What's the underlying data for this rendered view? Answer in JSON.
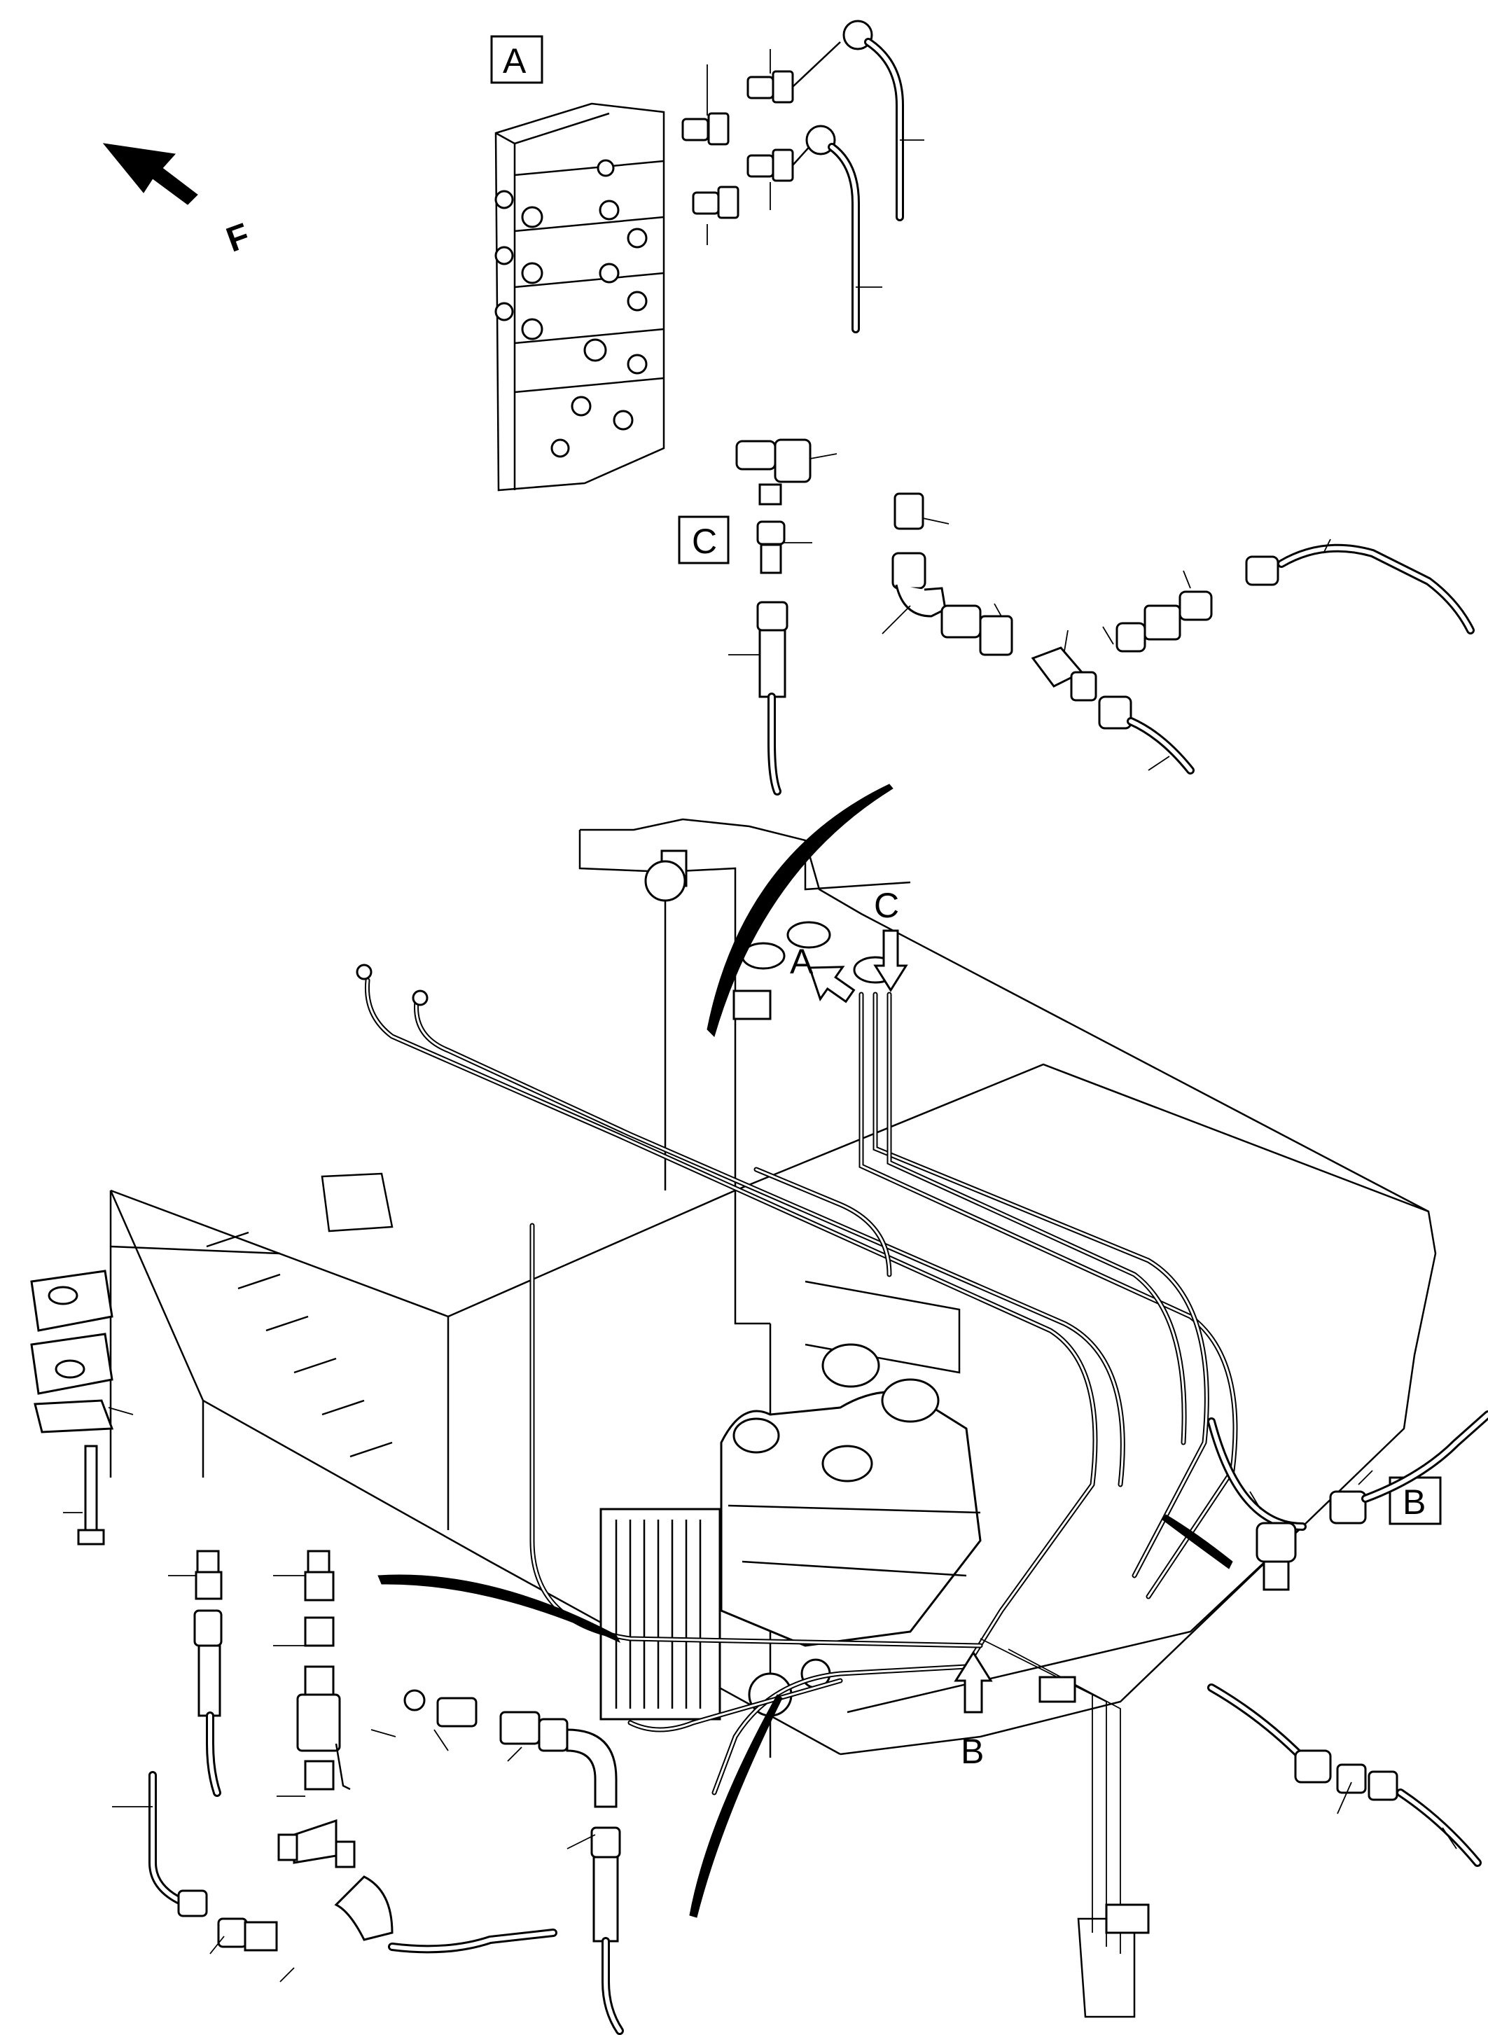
{
  "view_labels": {
    "A": "A",
    "B": "B",
    "C": "C"
  },
  "arrow_labels": {
    "A": "A",
    "B": "B",
    "C": "C"
  },
  "direction_marker": "F"
}
